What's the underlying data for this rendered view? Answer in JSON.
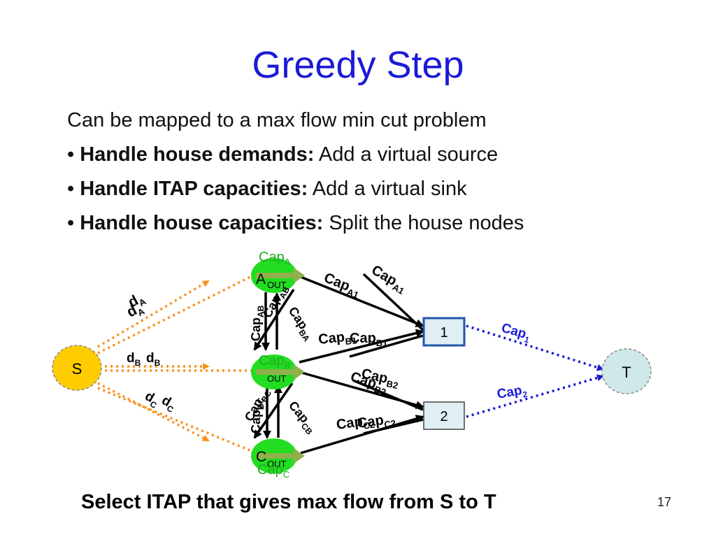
{
  "slide": {
    "title": "Greedy Step",
    "intro": "Can be mapped to a max flow min cut problem",
    "bullets": [
      {
        "marker": "•",
        "bold": "Handle house demands:",
        "rest": " Add a virtual source"
      },
      {
        "marker": "•",
        "bold": "Handle ITAP capacities:",
        "rest": " Add a virtual sink"
      },
      {
        "marker": "•",
        "bold": "Handle house capacities:",
        "rest": " Split the house nodes"
      }
    ],
    "footer": "Select ITAP that gives max flow from S to T",
    "page_number": "17"
  },
  "diagram": {
    "source": "S",
    "sink": "T",
    "itaps": [
      "1",
      "2"
    ],
    "houses": [
      {
        "letter": "A",
        "out": "OUT",
        "cap_base": "Cap",
        "cap_sub": "A"
      },
      {
        "letter": "B",
        "out": "OUT",
        "cap_base": "Cap",
        "cap_sub": "B"
      },
      {
        "letter": "C",
        "out": "OUT",
        "cap_base": "Cap",
        "cap_sub": "C"
      }
    ],
    "demands": [
      {
        "base": "d",
        "sub": "A"
      },
      {
        "base": "d",
        "sub": "B"
      },
      {
        "base": "d",
        "sub": "C"
      }
    ],
    "edge_labels": {
      "capA1": {
        "base": "Cap",
        "sub": "A1"
      },
      "capB1": {
        "base": "Cap",
        "sub": "B1"
      },
      "capB2": {
        "base": "Cap",
        "sub": "B2"
      },
      "capC2": {
        "base": "Cap",
        "sub": "C2"
      },
      "capAB": {
        "base": "Cap",
        "sub": "AB"
      },
      "capBA": {
        "base": "Cap",
        "sub": "BA"
      },
      "capBC": {
        "base": "Cap",
        "sub": "BC"
      },
      "capCB": {
        "base": "Cap",
        "sub": "CB"
      },
      "cap1": {
        "base": "Cap",
        "sub": "1"
      },
      "cap2": {
        "base": "Cap",
        "sub": "2"
      }
    },
    "colors": {
      "house_fill": "#22dd22",
      "house_cap_text": "#22aa22",
      "demand_edge": "#f7931e",
      "sink_edge": "#1a1ad6",
      "source_fill": "#ffcc00",
      "sink_fill": "#cfe8ea",
      "itap_fill": "#dfeff3",
      "itap_border_1": "#2255aa",
      "itap_border_2": "#444444",
      "house_split_arrow": "#8fb04a"
    }
  }
}
